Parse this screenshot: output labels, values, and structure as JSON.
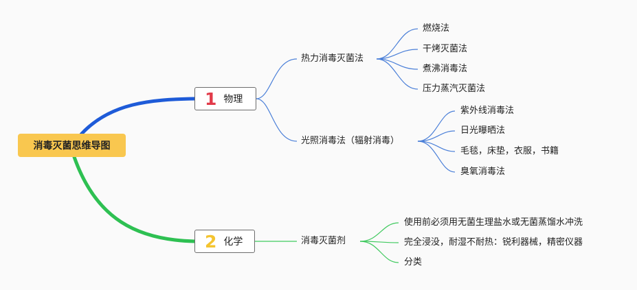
{
  "root": {
    "label": "消毒灭菌思维导图"
  },
  "branches": [
    {
      "number": "1",
      "label": "物理",
      "children": [
        {
          "label": "热力消毒灭菌法",
          "items": [
            "燃烧法",
            "干烤灭菌法",
            "煮沸消毒法",
            "压力蒸汽灭菌法"
          ]
        },
        {
          "label": "光照消毒法（辐射消毒）",
          "items": [
            "紫外线消毒法",
            "日光曝晒法",
            "毛毯，床垫，衣服，书籍",
            "臭氧消毒法"
          ]
        }
      ]
    },
    {
      "number": "2",
      "label": "化学",
      "children": [
        {
          "label": "消毒灭菌剂",
          "items": [
            "使用前必须用无菌生理盐水或无菌蒸馏水冲洗",
            "完全浸没，耐湿不耐热：锐利器械，精密仪器",
            "分类"
          ]
        }
      ]
    }
  ],
  "colors": {
    "root_bg": "#f9c74f",
    "branch1_line": "#1e5bd8",
    "branch2_line": "#2ec052",
    "branch1_number": "#e23b4a",
    "branch2_number": "#f4c430",
    "sub1_line": "#4a7fd8",
    "sub2_line": "#3fc95e"
  }
}
